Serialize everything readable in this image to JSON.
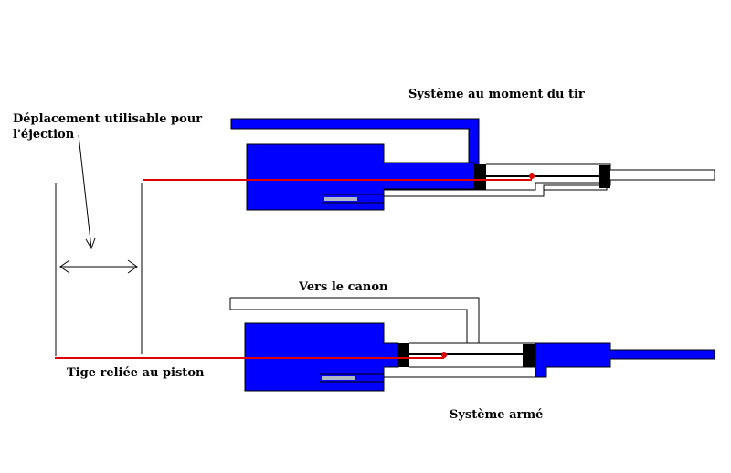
{
  "labels": {
    "top_system": "Système au moment du tir",
    "displacement_line1": "Déplacement utilisable pour",
    "displacement_line2": "l'éjection",
    "to_barrel": "Vers le canon",
    "rod": "Tige reliée au piston",
    "armed_system": "Système armé"
  },
  "colors": {
    "body_blue": "#0000ff",
    "rod_red": "#e00000",
    "outline": "#000000",
    "inner_gray": "#b0b8c8"
  }
}
